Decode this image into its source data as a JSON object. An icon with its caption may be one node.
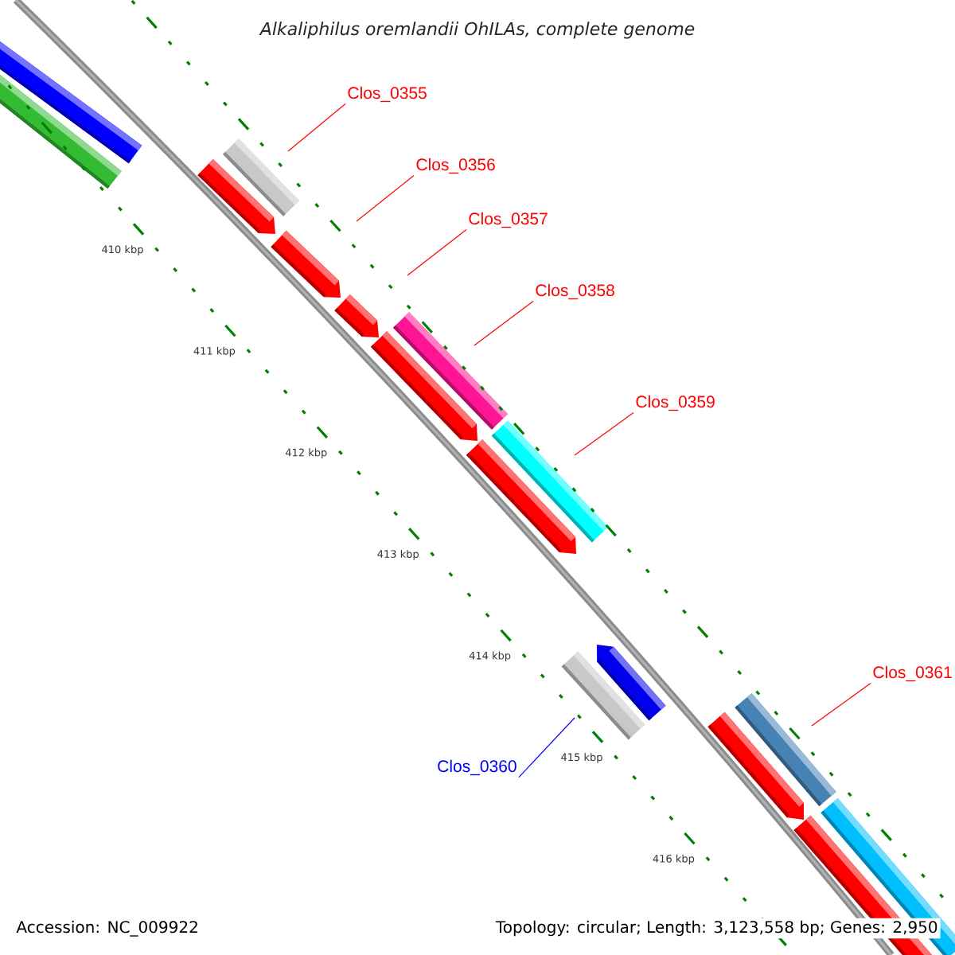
{
  "diagram": {
    "title": "*Alkaliphilus oremlandii* OhILAs, complete genome",
    "nodes": [
      {
        "text": [
          "Clos_0355"
        ]
      },
      {
        "text": [
          "Clos_0356"
        ]
      },
      {
        "text": [
          "Clos_0357"
        ]
      },
      {
        "text": [
          "Clos_0358"
        ]
      },
      {
        "text": [
          "Clos_0359"
        ]
      },
      {
        "text": [
          "Clos_0360"
        ]
      },
      {
        "text": [
          "Clos_0361"
        ]
      }
    ],
    "edges": [
      {
        "from": 0,
        "to": null,
        "arrow": "none"
      },
      {
        "from": 1,
        "to": null,
        "arrow": "none"
      },
      {
        "from": 2,
        "to": null,
        "arrow": "none"
      },
      {
        "from": 3,
        "to": null,
        "arrow": "none"
      },
      {
        "from": 4,
        "to": null,
        "arrow": "none"
      },
      {
        "from": 5,
        "to": null,
        "arrow": "none",
        "color": "#0000ff"
      },
      {
        "from": 6,
        "to": null,
        "arrow": "none"
      }
    ],
    "labels": [
      "410 kbp",
      "411 kbp",
      "412 kbp",
      "413 kbp",
      "414 kbp",
      "415 kbp",
      "416 kbp",
      "Accession: NC_009922",
      "Topology: circular; Length: 3,123,558 bp; Genes: 2,950"
    ]
  }
}
